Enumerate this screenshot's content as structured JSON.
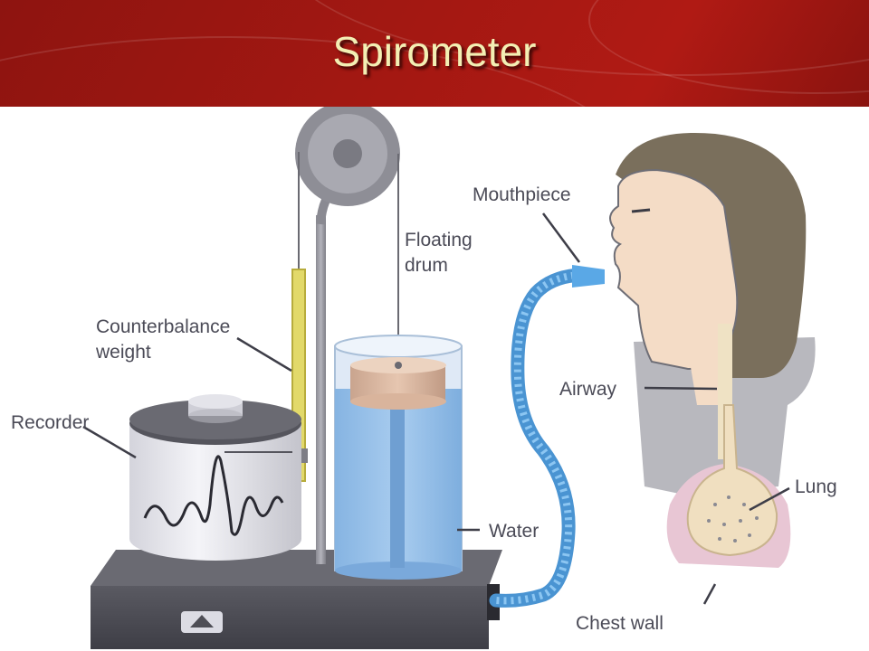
{
  "slide": {
    "title": "Spirometer"
  },
  "labels": {
    "mouthpiece": "Mouthpiece",
    "floating_drum_1": "Floating",
    "floating_drum_2": "drum",
    "counterbalance_1": "Counterbalance",
    "counterbalance_2": "weight",
    "recorder": "Recorder",
    "airway": "Airway",
    "water": "Water",
    "lung": "Lung",
    "chest_wall": "Chest wall"
  },
  "colors": {
    "title_bar": "#a31812",
    "title_text": "#f3efb4",
    "water": "#8fbde8",
    "tube": "#5aa8e6",
    "hair": "#7a6f5c",
    "skin": "#f4dcc6",
    "lung": "#f0dfc0",
    "chest": "#e8c6d4",
    "base": "#4e4e56"
  }
}
